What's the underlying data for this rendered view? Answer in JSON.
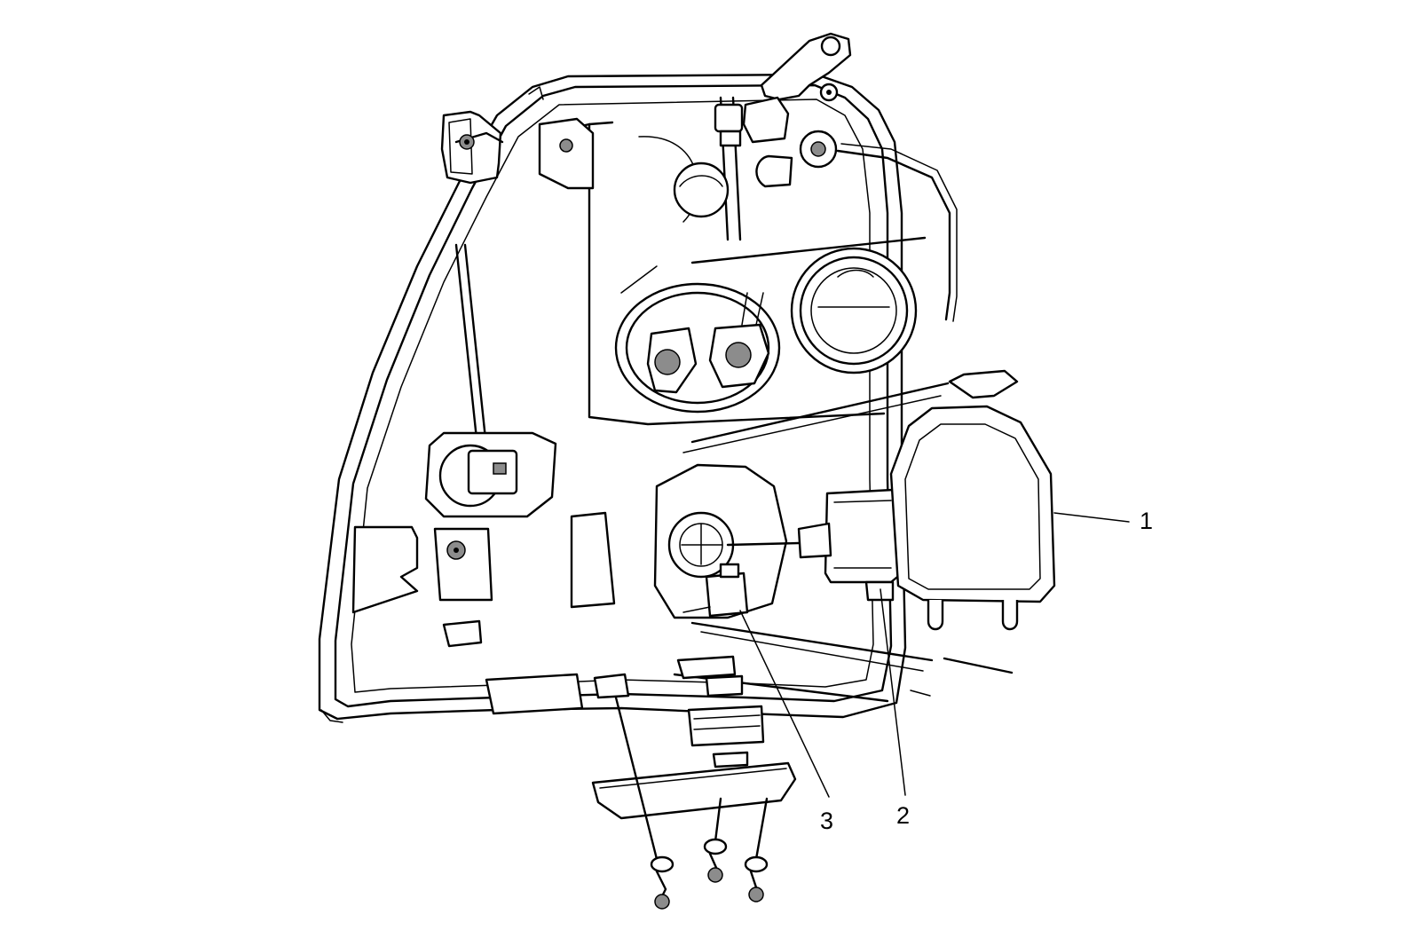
{
  "callouts": [
    {
      "id": "1",
      "label": "1"
    },
    {
      "id": "2",
      "label": "2"
    },
    {
      "id": "3",
      "label": "3"
    }
  ],
  "colors": {
    "line": "#000000",
    "background": "#ffffff",
    "shade": "#8c8c8c"
  }
}
